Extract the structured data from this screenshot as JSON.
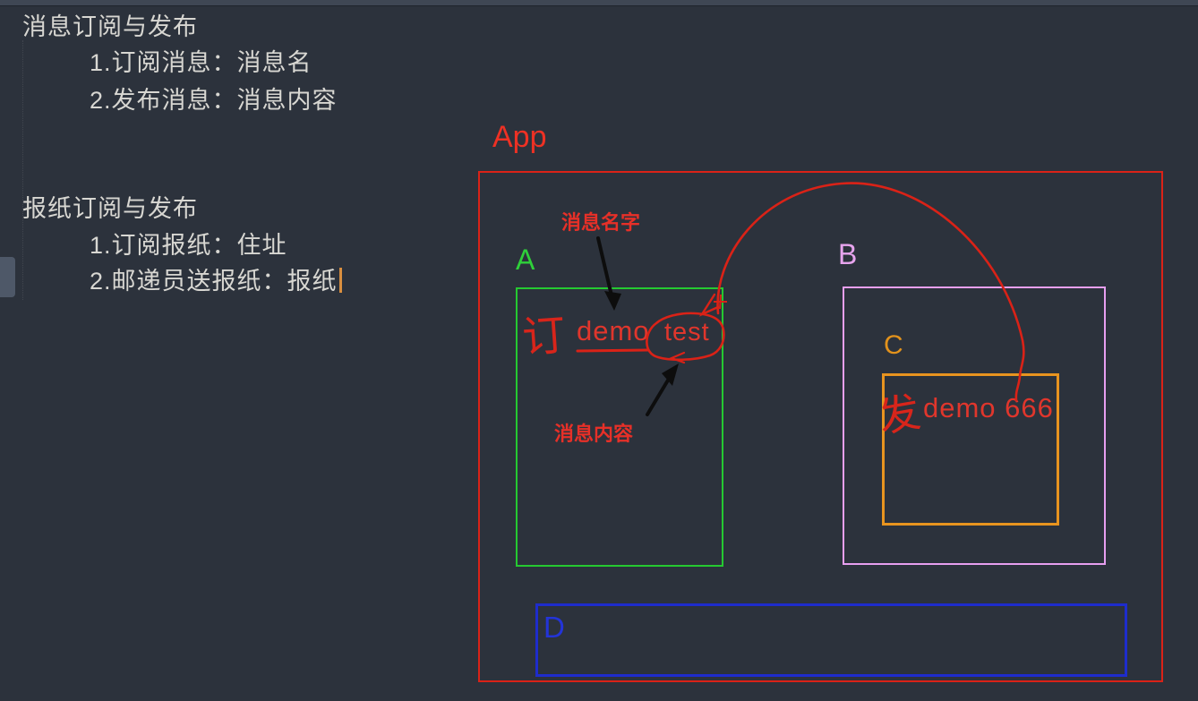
{
  "notes": {
    "block1": {
      "title": "消息订阅与发布",
      "item1": "1.订阅消息：消息名",
      "item2": "2.发布消息：消息内容"
    },
    "block2": {
      "title": "报纸订阅与发布",
      "item1": "1.订阅报纸：住址",
      "item2": "2.邮递员送报纸：报纸"
    }
  },
  "diagram": {
    "app_label": "App",
    "annotation_message_name": "消息名字",
    "annotation_message_content": "消息内容",
    "box_a": {
      "label": "A",
      "handwritten_subscribe": "订",
      "message_name": "demo",
      "message_content": "test"
    },
    "box_b": {
      "label": "B"
    },
    "box_c": {
      "label": "C",
      "handwritten_publish": "发",
      "publish_call": "demo 666"
    },
    "box_d": {
      "label": "D"
    }
  },
  "colors": {
    "background": "#2c323c",
    "note_text": "#d8d7d2",
    "accent_red": "#e0281e",
    "accent_green": "#25c931",
    "accent_violet": "#e79ff0",
    "accent_orange": "#e8941f",
    "accent_blue": "#2233cc",
    "caret_orange": "#d98e3f",
    "arrow_black": "#0d0d0d"
  }
}
